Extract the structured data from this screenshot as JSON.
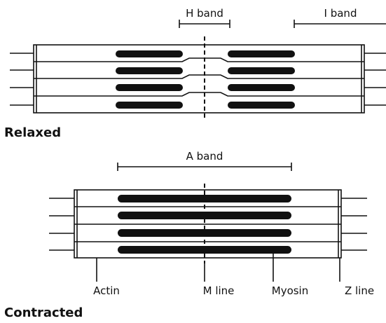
{
  "labels": {
    "h_band": "H band",
    "i_band": "I band",
    "a_band": "A band",
    "relaxed": "Relaxed",
    "contracted": "Contracted",
    "actin": "Actin",
    "m_line": "M line",
    "myosin": "Myosin",
    "z_line": "Z line"
  },
  "colors": {
    "ink": "#111111",
    "background": "#ffffff"
  }
}
